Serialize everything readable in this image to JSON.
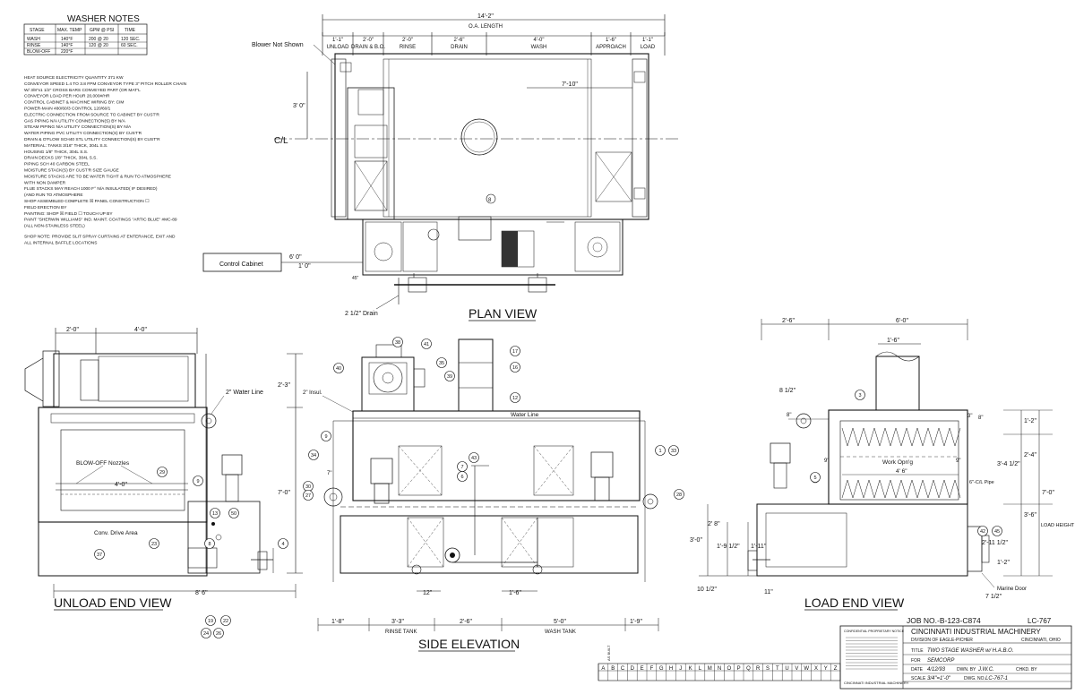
{
  "notes": {
    "title": "WASHER NOTES",
    "headers": [
      "STAGE",
      "MAX. TEMP",
      "GPM @ PSI",
      "TIME"
    ],
    "rows": [
      [
        "WASH",
        "140°F",
        "200 @ 20",
        "120 SEC."
      ],
      [
        "RINSE",
        "140°F",
        "120 @ 20",
        "60 SEC."
      ],
      [
        "BLOW-OFF",
        "220°F",
        "",
        ""
      ]
    ],
    "lines": [
      "HEAT SOURCE  ELECTRICITY          QUANTITY  371 KW",
      "CONVEYOR SPEED  1.4 TO 3.8 FPM    CONVEYOR TYPE  3\" PITCH ROLLER CHAIN",
      "W/ 3/8\"x1 1/2\" CROSS BARS      CONVEYED PART (OR MAT'L",
      "CONVEYOR LOAD PER HOUR  20,000#/HR",
      "CONTROL CABINET & MACHINE WIRING BY:  CIM",
      "POWER-MAIN  480/60/3            CONTROL  120/60/1",
      "ELECTRIC CONNECTION FROM SOURCE TO CABINET BY  CUST'R",
      "GAS PIPING  N/A        UTILITY CONNECTION(S) BY  N/A",
      "STEAM PIPING  N/A      UTILITY CONNECTION(S) BY  N/A",
      "WATER PIPING  PVC      UTILITY CONNECTION(S) BY  CUST'R",
      "DRAIN & O'FLOW  SCH40 STL  UTILITY CONNECTION(S) BY  CUST'R",
      "MATERIAL: TANKS  3/16\" THICK, 304L S.S.",
      "HOUSING  1/8\" THICK, 304L S.S.",
      "DRAIN DECKS  1/8\" THICK, 304L S.S.",
      "PIPING  SCH 40 CARBON STEEL",
      "MOISTURE STACK(S) BY  CUST'R      SIZE        GAUGE",
      "MOISTURE STACKS ARE TO BE WATER TIGHT & RUN TO ATMOSPHERE",
      "WITH NON DAMPER",
      "FLUE STACKS MAY REACH 1000  F°  N/A   INSULATED( IF DESIRED)",
      "(AND RUN TO ATMOSPHERE",
      "SHOP ASSEMBLED COMPLETE  ☒     PANEL CONSTRUCTION  ☐",
      "FIELD ERECTION BY",
      "PAINTING:  SHOP ☒   FIELD ☐      TOUCH UP BY",
      "PAINT  \"SHERWIN WILLIAMS\" IND. MAINT. COATINGS \"ARTIC BLUE\" #MC-89",
      "(ALL NON-STAINLESS STEEL)",
      "SHOP NOTE: PROVIDE SLIT SPRAY CURTAINS AT ENTERANCE, EXIT AND",
      "ALL INTERNAL BAFFLE LOCATIONS"
    ]
  },
  "plan": {
    "overall": "14'-2\"",
    "overall_label": "O.A. LENGTH",
    "zones": [
      {
        "dim": "1'-1\"",
        "name": "UNLOAD"
      },
      {
        "dim": "2'-0\"",
        "name": "DRAIN & B.O."
      },
      {
        "dim": "2'-0\"",
        "name": "RINSE"
      },
      {
        "dim": "2'-6\"",
        "name": "DRAIN"
      },
      {
        "dim": "4'-0\"",
        "name": "WASH"
      },
      {
        "dim": "1'-6\"",
        "name": "APPROACH"
      },
      {
        "dim": "1'-1\"",
        "name": "LOAD"
      }
    ],
    "blower_note": "Blower Not Shown",
    "width_dim": "3'  0\"",
    "cl": "C/L",
    "inner_dim": "7'-10\"",
    "control_cabinet": "Control Cabinet",
    "cab_dim1": "6'  0\"",
    "cab_dim2": "1'  0\"",
    "small_dim": "45\"",
    "drain": "2 1/2\" Drain",
    "callout": "8",
    "view_title": "PLAN VIEW"
  },
  "unload": {
    "dim_a": "2'-0\"",
    "dim_b": "4'-0\"",
    "height_top": "2'-3\"",
    "height_main": "7'-0\"",
    "water_line": "2\" Water Line",
    "nozzles": "BLOW-OFF Nozzles",
    "inner_width": "4'-0\"",
    "conv_area": "Conv. Drive Area",
    "width": "8' 6\"",
    "callouts": [
      "29",
      "9",
      "13",
      "50",
      "8",
      "23",
      "37",
      "4",
      "19",
      "22",
      "24",
      "26"
    ],
    "view_title": "UNLOAD END VIEW"
  },
  "side": {
    "insul": "2\" Insul.",
    "water_line": "Water Line",
    "callouts": [
      "38",
      "41",
      "40",
      "35",
      "39",
      "17",
      "16",
      "12",
      "9",
      "34",
      "30",
      "27",
      "7",
      "6",
      "43",
      "1",
      "33",
      "28"
    ],
    "small_dim": "7\"",
    "dims_mid": [
      "12\"",
      "1'-6\""
    ],
    "bottom_dims": [
      "1'-8\"",
      "3'-3\"",
      "2'-6\"",
      "5'-0\"",
      "1'-9\""
    ],
    "rinse_tank": "RINSE TANK",
    "wash_tank": "WASH TANK",
    "view_title": "SIDE ELEVATION"
  },
  "load": {
    "dim_a": "2'-6\"",
    "dim_b": "6'-0\"",
    "stack": "1'-6\"",
    "dim_812": "8 1/2\"",
    "dim_8a": "8\"",
    "dim_3": "3\"",
    "dim_8b": "8\"",
    "dim_12": "1'-2\"",
    "dim_24": "2'-4\"",
    "dim_34": "3'-4 1/2\"",
    "dim_70": "7'-0\"",
    "dim_36": "3'-6\"",
    "load_height": "LOAD HEIGHT",
    "work_opng": "Work Opn'g",
    "work_dim": "4'  6\"",
    "side_dims": [
      "9\"",
      "9\""
    ],
    "pipe": "6\"-C/L Pipe",
    "left_dims": [
      "3'-0\"",
      "2' 8\"",
      "1'-9 1/2\"",
      "1'-11\"",
      "10 1/2\"",
      "11\""
    ],
    "right_dims": [
      "2'-11 1/2\"",
      "1'-2\"",
      "7 1/2\""
    ],
    "marine_door": "Marine Door",
    "callouts": [
      "3",
      "5",
      "42",
      "45"
    ],
    "view_title": "LOAD END VIEW"
  },
  "title_block": {
    "job": "JOB NO.-B-123-C874",
    "dwg_ref": "LC-767",
    "company": "CINCINNATI INDUSTRIAL MACHINERY",
    "division": "DIVISION OF EAGLE-PICHER",
    "city": "CINCINNATI, OHIO",
    "title_label": "TITLE",
    "title": "TWO STAGE WASHER w/ H.A.B.O.",
    "for_label": "FOR",
    "for": "SEMCORP",
    "date_label": "DATE",
    "date": "4/12/93",
    "dwn_label": "DWN. BY",
    "dwn": "J.W.C.",
    "chkd_label": "CHKD. BY",
    "scale_label": "SCALE",
    "scale": "3/4\"=1'-0\"",
    "dwg_label": "DWG. NO.",
    "dwg_no": "LC-767-1",
    "logo_company": "CINCINNATI INDUSTRIAL MACHINERY",
    "proprietary": "CONFIDENTIAL PROPRIETARY NOTICE",
    "as_built": "AS BUILT",
    "letters": [
      "A",
      "B",
      "C",
      "D",
      "E",
      "F",
      "G",
      "H",
      "J",
      "K",
      "L",
      "M",
      "N",
      "O",
      "P",
      "Q",
      "R",
      "S",
      "T",
      "U",
      "V",
      "W",
      "X",
      "Y",
      "Z"
    ]
  }
}
